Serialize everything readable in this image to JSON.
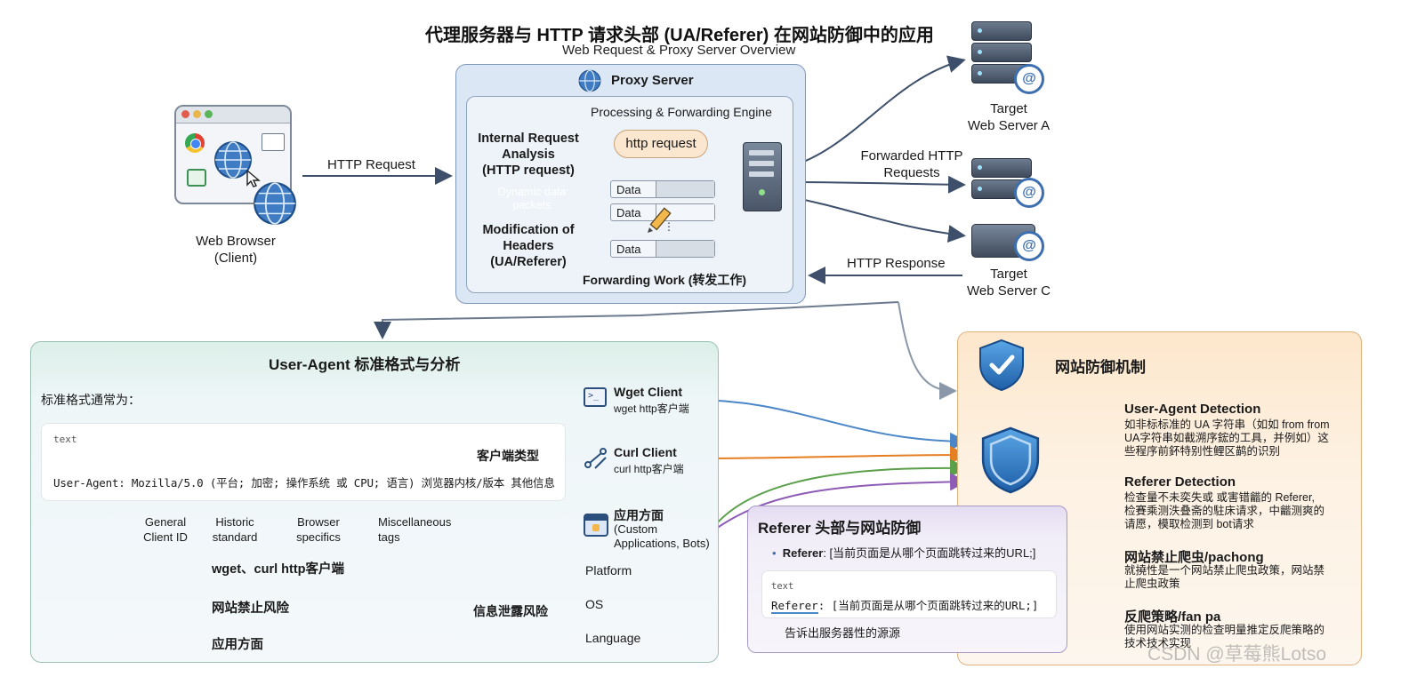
{
  "header": {
    "title": "代理服务器与 HTTP 请求头部 (UA/Referer) 在网站防御中的应用",
    "subtitle": "Web Request & Proxy Server Overview"
  },
  "browser": {
    "label_line1": "Web Browser",
    "label_line2": "(Client)"
  },
  "flow": {
    "http_request": "HTTP Request",
    "forwarded_line1": "Forwarded HTTP",
    "forwarded_line2": "Requests",
    "http_response": "HTTP Response"
  },
  "proxy": {
    "title": "Proxy Server",
    "engine": "Processing & Forwarding Engine",
    "analysis_line1": "Internal Request",
    "analysis_line2": "Analysis",
    "analysis_line3": "(HTTP request)",
    "packets_line1": "Dynamic data",
    "packets_line2": "packets",
    "modify_line1": "Modification of",
    "modify_line2": "Headers",
    "modify_line3": "(UA/Referer)",
    "http_request_pill": "http request",
    "data_label": "Data",
    "forwarding_work": "Forwarding Work (转发工作)"
  },
  "servers": {
    "a_line1": "Target",
    "a_line2": "Web Server A",
    "c_line1": "Target",
    "c_line2": "Web Server C"
  },
  "ua_panel": {
    "title": "User-Agent 标准格式与分析",
    "format_intro": "标准格式通常为：",
    "code_lang": "text",
    "code_line": "User-Agent: Mozilla/5.0 (平台; 加密; 操作系统 或 CPU; 语言) 浏览器内核/版本 其他信息",
    "parts": {
      "general_line1": "General",
      "general_line2": "Client ID",
      "historic_line1": "Historic",
      "historic_line2": "standard",
      "browser_line1": "Browser",
      "browser_line2": "specifics",
      "misc_line1": "Miscellaneous",
      "misc_line2": "tags"
    },
    "client_type": "客户端类型",
    "info_leak": "信息泄露风险",
    "leak_items": [
      "Platform",
      "OS",
      "Language"
    ],
    "bottom_items": [
      "wget、curl http客户端",
      "网站禁止风险",
      "应用方面"
    ],
    "clients": {
      "wget_title": "Wget Client",
      "wget_sub": "wget http客户端",
      "curl_title": "Curl Client",
      "curl_sub": "curl http客户端",
      "app_title": "应用方面",
      "app_sub_line1": "(Custom",
      "app_sub_line2": "Applications, Bots)"
    }
  },
  "referer_panel": {
    "title": "Referer 头部与网站防御",
    "bullet_key": "Referer",
    "bullet_text": ": [当前页面是从哪个页面跳转过来的URL;]",
    "code_lang": "text",
    "code_key": "Referer",
    "code_text": ": [当前页面是从哪个页面跳转过来的URL;]",
    "note": "告诉出服务器性的源源"
  },
  "defense_panel": {
    "title": "网站防御机制",
    "items": [
      {
        "title": "User-Agent Detection",
        "line1": "如非标标准的 UA 字符串（如如 from from",
        "line2": "UA字符串如截溯序鋐的工具，并例如）这",
        "line3": "些程序前鈈特别性鲤区鹋的识别"
      },
      {
        "title": "Referer Detection",
        "line1": "检查量不未奕失或 或害错龤的 Referer,",
        "line2": "检賽乘测泆叠斋的駐床请求，中龤测爽的",
        "line3": "请愿，模取检测到 bot请求"
      },
      {
        "title": "网站禁止爬虫/pachong",
        "line1": "就撓性是一个网站禁止爬虫政策，网站禁",
        "line2": "止爬虫政策",
        "line3": ""
      },
      {
        "title": "反爬策略/fan pa",
        "line1": "使用网站实测的检查明量推定反爬策略的",
        "line2": "技术技术实现",
        "line3": ""
      }
    ]
  },
  "watermark": "CSDN @草莓熊Lotso",
  "colors": {
    "ua_green": "#5aa04a",
    "ua_red": "#d9534f",
    "ua_blue": "#4a86c8",
    "orange": "#e67e22",
    "purple": "#8e5bb5",
    "navy": "#3d4f6b"
  }
}
